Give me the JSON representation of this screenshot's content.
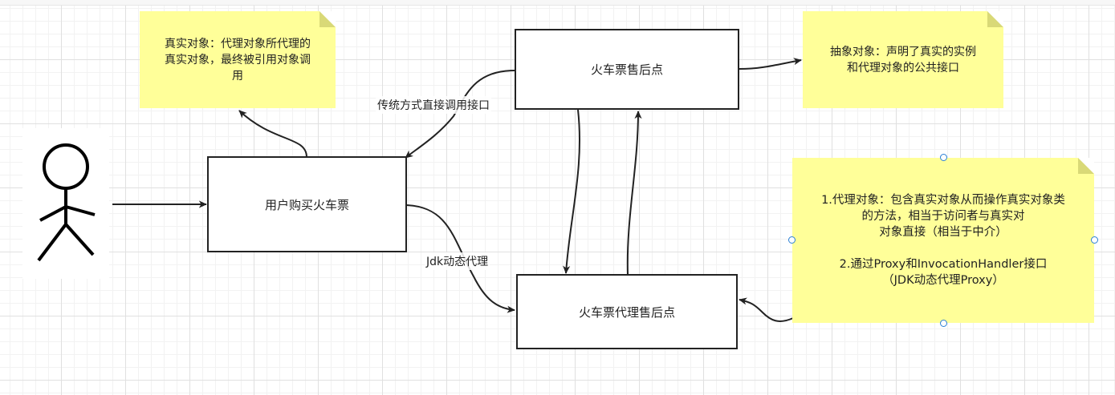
{
  "nodes": {
    "user_buy": "用户购买火车票",
    "train_office": "火车票售后点",
    "proxy_office": "火车票代理售后点"
  },
  "notes": {
    "real_object": "真实对象：代理对象所代理的\n真实对象，最终被引用对象调\n用",
    "abstract_object": "抽象对象：声明了真实的实例\n和代理对象的公共接口",
    "proxy_object": "1.代理对象：包含真实对象从而操作真实对象类\n的方法，相当于访问者与真实对\n对象直接（相当于中介）\n\n2.通过Proxy和InvocationHandler接口\n（JDK动态代理Proxy）"
  },
  "edges": {
    "traditional": "传统方式直接调用接口",
    "jdk_proxy": "Jdk动态代理"
  },
  "colors": {
    "note_fill": "#ffff99",
    "selection": "#2a7fd4",
    "stroke": "#222222"
  }
}
